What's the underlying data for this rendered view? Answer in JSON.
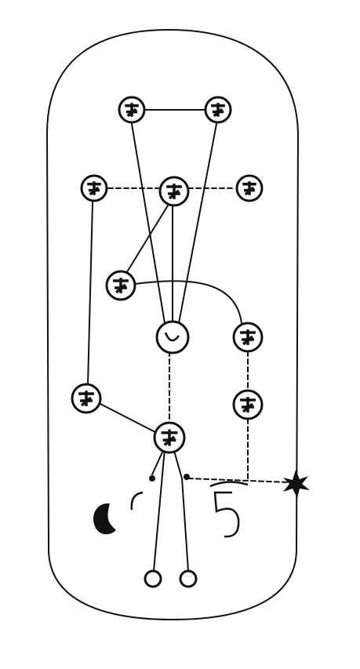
{
  "nodes": [
    {
      "id": "top-left",
      "glyph": "",
      "fill": "dark-marked"
    },
    {
      "id": "top-right",
      "glyph": "",
      "fill": "dark-marked"
    },
    {
      "id": "mid-left",
      "glyph": "",
      "fill": "dark-marked"
    },
    {
      "id": "center-upper",
      "glyph": "",
      "fill": "dark-marked"
    },
    {
      "id": "mid-right",
      "glyph": "",
      "fill": "dark-marked"
    },
    {
      "id": "left-middle",
      "glyph": "",
      "fill": "dark-marked"
    },
    {
      "id": "center",
      "glyph": "",
      "fill": "open"
    },
    {
      "id": "right-middle",
      "glyph": "",
      "fill": "dark-marked"
    },
    {
      "id": "lower-left",
      "glyph": "",
      "fill": "dark-marked"
    },
    {
      "id": "lower-right",
      "glyph": "",
      "fill": "dark-marked"
    },
    {
      "id": "lower-center",
      "glyph": "",
      "fill": "dark-marked"
    },
    {
      "id": "terminal-left",
      "glyph": "",
      "fill": "open-small"
    },
    {
      "id": "terminal-right",
      "glyph": "",
      "fill": "open-small"
    }
  ],
  "colors": {
    "ink": "#111111",
    "paper": "#ffffff"
  }
}
